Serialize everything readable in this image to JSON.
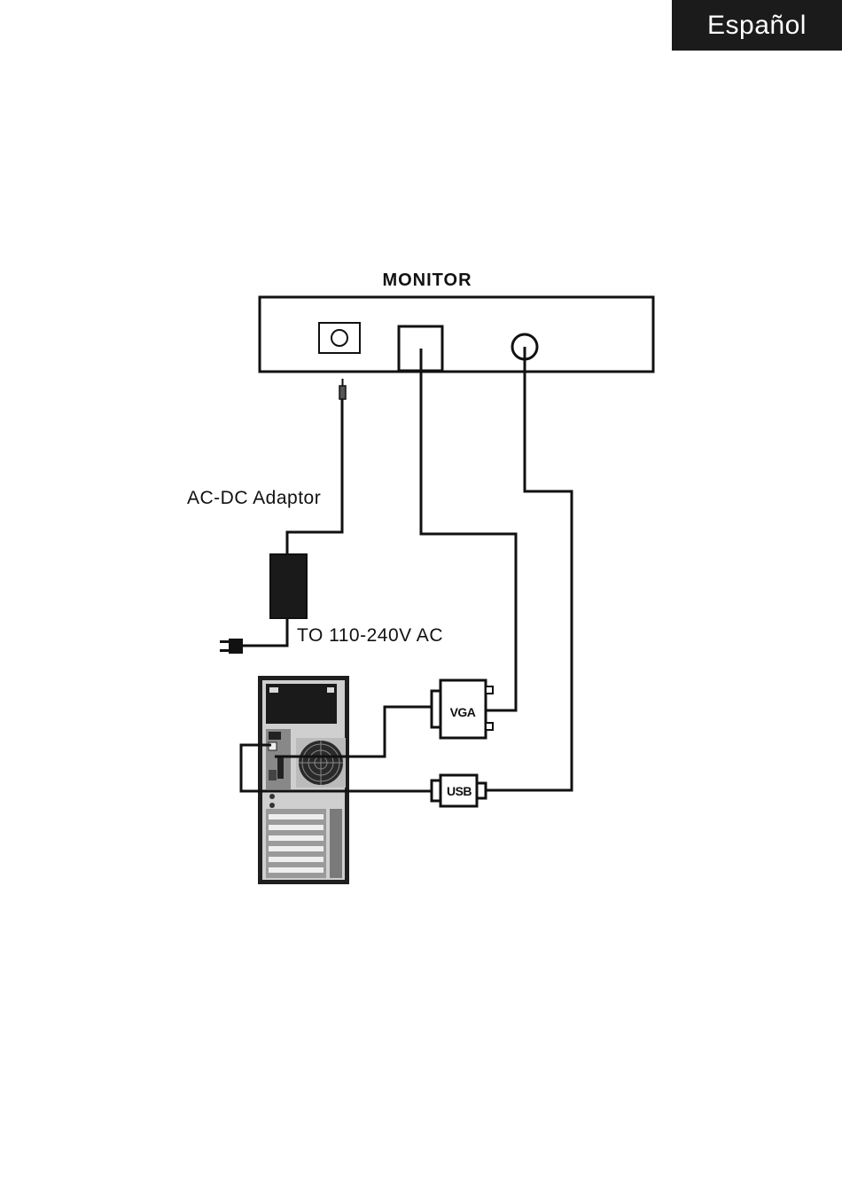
{
  "header": {
    "language_tab": "Español"
  },
  "diagram": {
    "monitor_label": "MONITOR",
    "adaptor_label": "AC-DC Adaptor",
    "ac_label": "TO 110-240V AC",
    "vga_label": "VGA",
    "usb_label": "USB",
    "line_color": "#111111",
    "icons": [
      "power-port-icon",
      "vga-port-icon",
      "usb-port-icon",
      "dc-plug-icon",
      "ac-plug-icon",
      "power-adapter-icon",
      "pc-tower-icon",
      "vga-connector-icon",
      "usb-connector-icon"
    ]
  }
}
